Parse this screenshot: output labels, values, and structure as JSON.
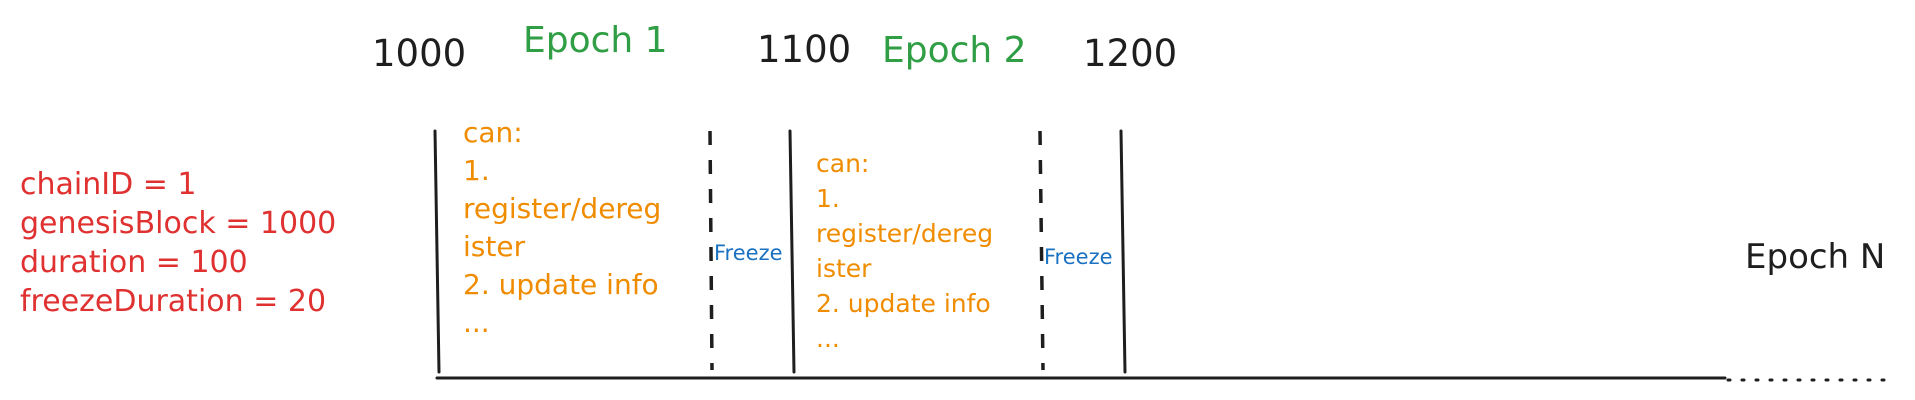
{
  "blocks": {
    "b1": "1000",
    "b2": "1100",
    "b3": "1200"
  },
  "epochs": {
    "e1": "Epoch 1",
    "e2": "Epoch 2",
    "eN": "Epoch N"
  },
  "config": {
    "chain_id": "chainID = 1",
    "genesis_block": "genesisBlock = 1000",
    "duration": "duration = 100",
    "freeze_duration": "freezeDuration = 20"
  },
  "capabilities": {
    "heading": "can:",
    "item1_num": "1.",
    "item1_a": "register/dereg",
    "item1_b": "ister",
    "item2": "2. update info",
    "more": "..."
  },
  "freeze_label": "Freeze",
  "colors": {
    "block_number": "#1e1e1e",
    "epoch_label": "#2f9e44",
    "config_text": "#e03131",
    "capability_text": "#f08c00",
    "freeze_text": "#1971c2"
  }
}
